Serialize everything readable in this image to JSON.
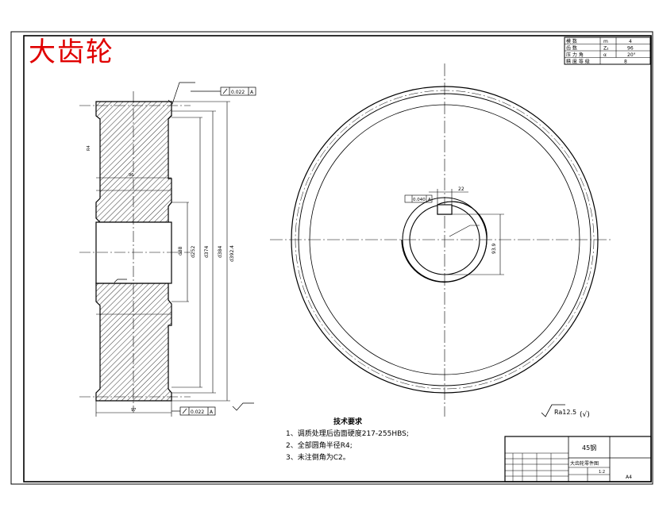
{
  "title_stamp": "大齿轮",
  "params": {
    "rows": [
      {
        "name": "模 数",
        "sym": "m",
        "val": "4"
      },
      {
        "name": "齿 数",
        "sym": "Z₂",
        "val": "96"
      },
      {
        "name": "压 力 角",
        "sym": "α",
        "val": "20°"
      },
      {
        "name": "精 度 等 级",
        "sym": "",
        "val": "8"
      }
    ]
  },
  "tolerances": {
    "runout_top": "0.022",
    "runout_bottom": "0.022",
    "datum": "A",
    "keyway_sym": "0.040"
  },
  "dims": {
    "hub_width": "96",
    "bore": "d88",
    "hub_d": "d252",
    "inner_d": "d374",
    "root_d": "d384",
    "tip_d": "d392.4",
    "rim": "97",
    "key_width": "22",
    "key_height": "93.9",
    "r_text": "R4"
  },
  "surface": {
    "general": "Ra12.5",
    "general_paren": "(√)"
  },
  "notes": {
    "heading": "技术要求",
    "items": [
      "1、调质处理后齿面硬度217-255HBS;",
      "2、全部圆角半径R4;",
      "3、未注倒角为C2。"
    ]
  },
  "title_block": {
    "material": "45钢",
    "part_name": "大齿轮零件图",
    "scale": "1:2",
    "sheet": "A4"
  }
}
